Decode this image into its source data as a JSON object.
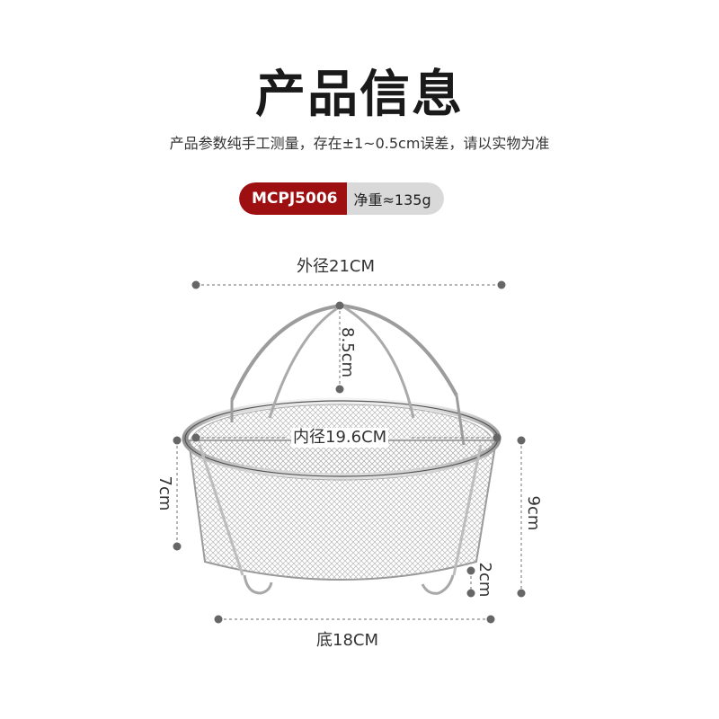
{
  "header": {
    "title": "产品信息",
    "subtitle": "产品参数纯手工测量，存在±1~0.5cm误差，请以实物为准"
  },
  "badge": {
    "model": "MCPJ5006",
    "weight": "净重≈135g",
    "model_color": "#9e0f12",
    "weight_color": "#d9d9d9"
  },
  "dimensions": {
    "outer_diameter": "外径21CM",
    "inner_diameter": "内径19.6CM",
    "handle_height": "8.5cm",
    "body_height": "7cm",
    "total_height": "9cm",
    "foot_height": "2cm",
    "base": "底18CM"
  },
  "product": {
    "image_icon": "steamer-basket-icon"
  }
}
